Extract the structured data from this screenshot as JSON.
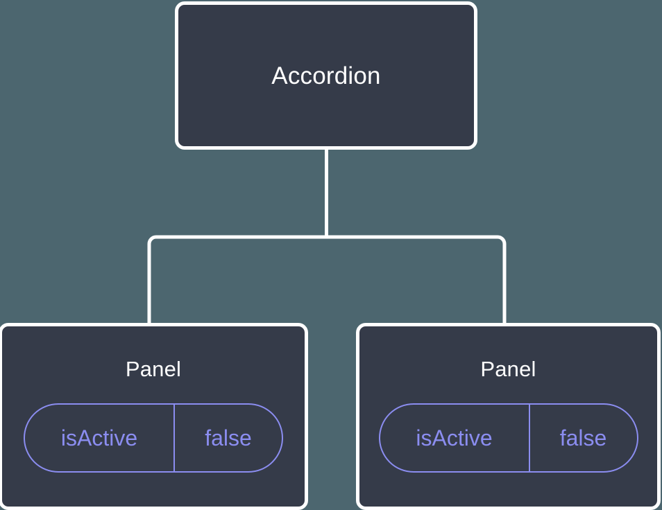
{
  "diagram": {
    "type": "component-tree",
    "background_color": "#4c666f",
    "node_fill_color": "#353b49",
    "node_border_color": "#ffffff",
    "edge_color": "#ffffff",
    "accent_color": "#8b8df0",
    "title_color": "#ffffff",
    "root": {
      "label": "Accordion"
    },
    "children": [
      {
        "label": "Panel",
        "state": {
          "key": "isActive",
          "value": "false"
        }
      },
      {
        "label": "Panel",
        "state": {
          "key": "isActive",
          "value": "false"
        }
      }
    ]
  }
}
